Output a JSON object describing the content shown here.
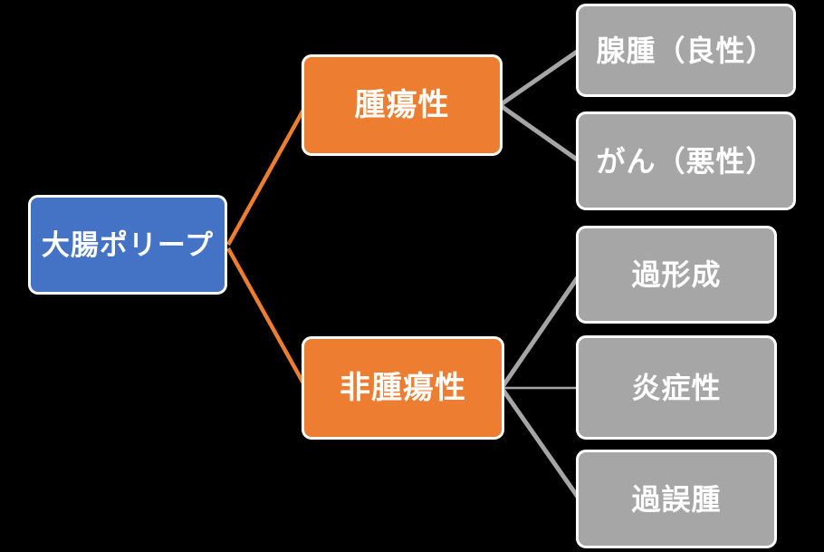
{
  "diagram": {
    "root": {
      "label": "大腸ポリープ"
    },
    "branches": [
      {
        "label": "腫瘍性",
        "children": [
          {
            "label": "腺腫（良性）"
          },
          {
            "label": "がん（悪性）"
          }
        ]
      },
      {
        "label": "非腫瘍性",
        "children": [
          {
            "label": "過形成"
          },
          {
            "label": "炎症性"
          },
          {
            "label": "過誤腫"
          }
        ]
      }
    ],
    "colors": {
      "background": "#000000",
      "root_fill": "#4472C4",
      "branch_fill": "#ED7D31",
      "leaf_fill": "#A6A6A6",
      "node_border": "#FFFFFF",
      "text": "#FFFFFF",
      "root_branch_connector": "#ED7D31",
      "branch_leaf_connector": "#A6A6A6"
    }
  }
}
